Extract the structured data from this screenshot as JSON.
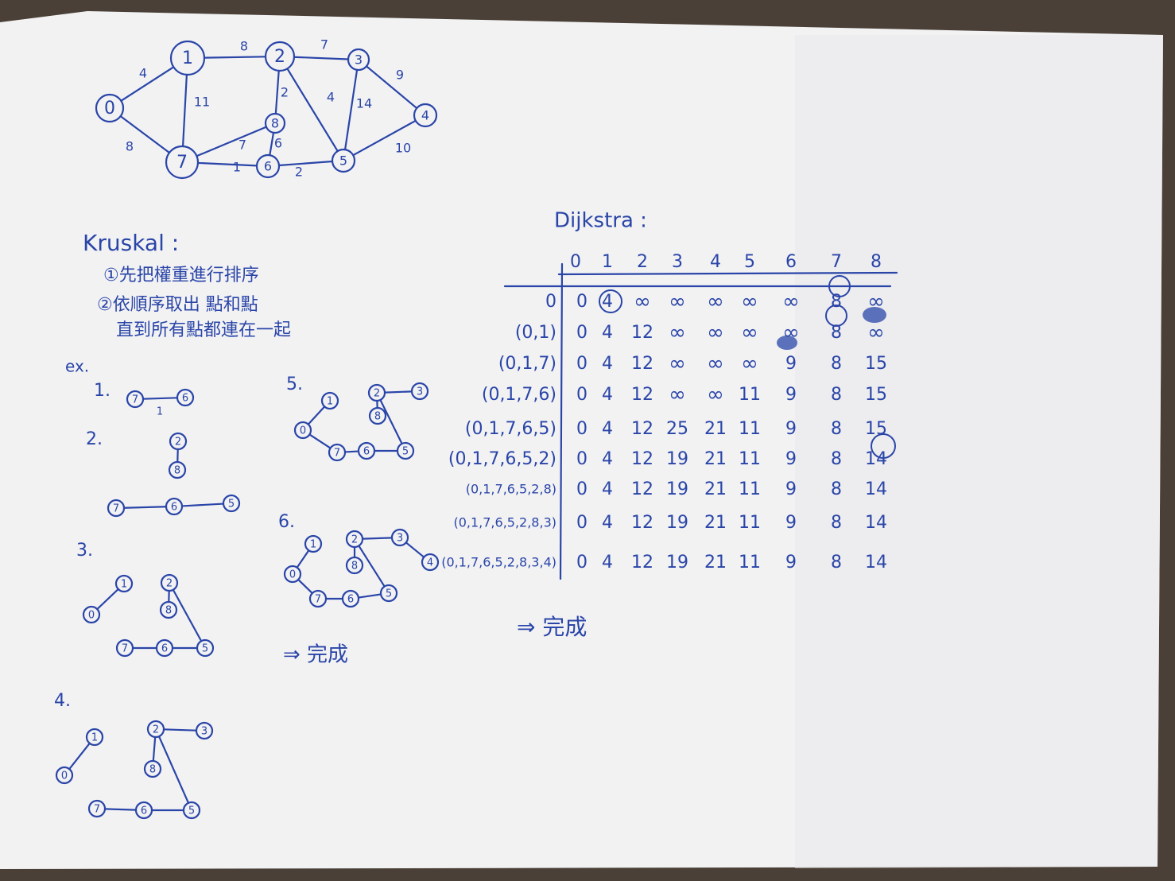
{
  "colors": {
    "ink": "#2a45a8",
    "paper": "#f3f3f4",
    "desk": "#4a4037"
  },
  "graph": {
    "nodes": [
      "0",
      "1",
      "2",
      "3",
      "4",
      "5",
      "6",
      "7",
      "8"
    ],
    "edges": [
      {
        "from": "0",
        "to": "1",
        "w": "4"
      },
      {
        "from": "0",
        "to": "7",
        "w": "8"
      },
      {
        "from": "1",
        "to": "2",
        "w": "8"
      },
      {
        "from": "1",
        "to": "7",
        "w": "11"
      },
      {
        "from": "2",
        "to": "3",
        "w": "7"
      },
      {
        "from": "2",
        "to": "8",
        "w": "2"
      },
      {
        "from": "2",
        "to": "5",
        "w": "4"
      },
      {
        "from": "3",
        "to": "4",
        "w": "9"
      },
      {
        "from": "3",
        "to": "5",
        "w": "14"
      },
      {
        "from": "4",
        "to": "5",
        "w": "10"
      },
      {
        "from": "7",
        "to": "8",
        "w": "7"
      },
      {
        "from": "7",
        "to": "6",
        "w": "1"
      },
      {
        "from": "8",
        "to": "6",
        "w": "6"
      },
      {
        "from": "6",
        "to": "5",
        "w": "2"
      }
    ]
  },
  "kruskal": {
    "title": "Kruskal :",
    "step1": "①先把權重進行排序",
    "step2": "②依順序取出 點和點",
    "step3": "直到所有點都連在一起",
    "ex_label": "ex.",
    "done": "⇒ 完成",
    "examples": [
      {
        "label": "1.",
        "nodes": [
          "7",
          "6"
        ],
        "edges": [
          [
            "7",
            "6"
          ]
        ],
        "weights": [
          "1"
        ]
      },
      {
        "label": "2.",
        "nodes": [
          "2",
          "8",
          "7",
          "6",
          "5"
        ],
        "edges": [
          [
            "2",
            "8"
          ],
          [
            "7",
            "6"
          ],
          [
            "6",
            "5"
          ]
        ]
      },
      {
        "label": "3.",
        "nodes": [
          "1",
          "0",
          "2",
          "8",
          "7",
          "6",
          "5"
        ],
        "edges": [
          [
            "1",
            "0"
          ],
          [
            "2",
            "8"
          ],
          [
            "2",
            "5"
          ],
          [
            "7",
            "6"
          ],
          [
            "6",
            "5"
          ]
        ]
      },
      {
        "label": "4.",
        "nodes": [
          "1",
          "0",
          "2",
          "3",
          "8",
          "7",
          "6",
          "5"
        ],
        "edges": [
          [
            "1",
            "0"
          ],
          [
            "2",
            "3"
          ],
          [
            "2",
            "8"
          ],
          [
            "2",
            "5"
          ],
          [
            "7",
            "6"
          ],
          [
            "6",
            "5"
          ]
        ]
      },
      {
        "label": "5.",
        "nodes": [
          "1",
          "0",
          "2",
          "3",
          "8",
          "7",
          "6",
          "5"
        ],
        "edges": [
          [
            "1",
            "0"
          ],
          [
            "0",
            "7"
          ],
          [
            "2",
            "3"
          ],
          [
            "2",
            "8"
          ],
          [
            "2",
            "5"
          ],
          [
            "7",
            "6"
          ],
          [
            "6",
            "5"
          ]
        ]
      },
      {
        "label": "6.",
        "nodes": [
          "1",
          "0",
          "2",
          "3",
          "4",
          "8",
          "7",
          "6",
          "5"
        ],
        "edges": [
          [
            "1",
            "0"
          ],
          [
            "0",
            "7"
          ],
          [
            "2",
            "3"
          ],
          [
            "3",
            "4"
          ],
          [
            "2",
            "8"
          ],
          [
            "2",
            "5"
          ],
          [
            "7",
            "6"
          ],
          [
            "6",
            "5"
          ]
        ]
      }
    ]
  },
  "dijkstra": {
    "title": "Dijkstra :",
    "columns": [
      "0",
      "1",
      "2",
      "3",
      "4",
      "5",
      "6",
      "7",
      "8"
    ],
    "rows": [
      {
        "label": "0",
        "values": [
          "0",
          "4",
          "∞",
          "∞",
          "∞",
          "∞",
          "∞",
          "8",
          "∞"
        ]
      },
      {
        "label": "(0,1)",
        "values": [
          "0",
          "4",
          "12",
          "∞",
          "∞",
          "∞",
          "∞",
          "8",
          "∞"
        ]
      },
      {
        "label": "(0,1,7)",
        "values": [
          "0",
          "4",
          "12",
          "∞",
          "∞",
          "∞",
          "9",
          "8",
          "15"
        ]
      },
      {
        "label": "(0,1,7,6)",
        "values": [
          "0",
          "4",
          "12",
          "∞",
          "∞",
          "11",
          "9",
          "8",
          "15"
        ]
      },
      {
        "label": "(0,1,7,6,5)",
        "values": [
          "0",
          "4",
          "12",
          "25",
          "21",
          "11",
          "9",
          "8",
          "15"
        ]
      },
      {
        "label": "(0,1,7,6,5,2)",
        "values": [
          "0",
          "4",
          "12",
          "19",
          "21",
          "11",
          "9",
          "8",
          "14"
        ]
      },
      {
        "label": "(0,1,7,6,5,2,8)",
        "values": [
          "0",
          "4",
          "12",
          "19",
          "21",
          "11",
          "9",
          "8",
          "14"
        ]
      },
      {
        "label": "(0,1,7,6,5,2,8,3)",
        "values": [
          "0",
          "4",
          "12",
          "19",
          "21",
          "11",
          "9",
          "8",
          "14"
        ]
      },
      {
        "label": "(0,1,7,6,5,2,8,3,4)",
        "values": [
          "0",
          "4",
          "12",
          "19",
          "21",
          "11",
          "9",
          "8",
          "14"
        ]
      }
    ],
    "done": "⇒ 完成"
  }
}
